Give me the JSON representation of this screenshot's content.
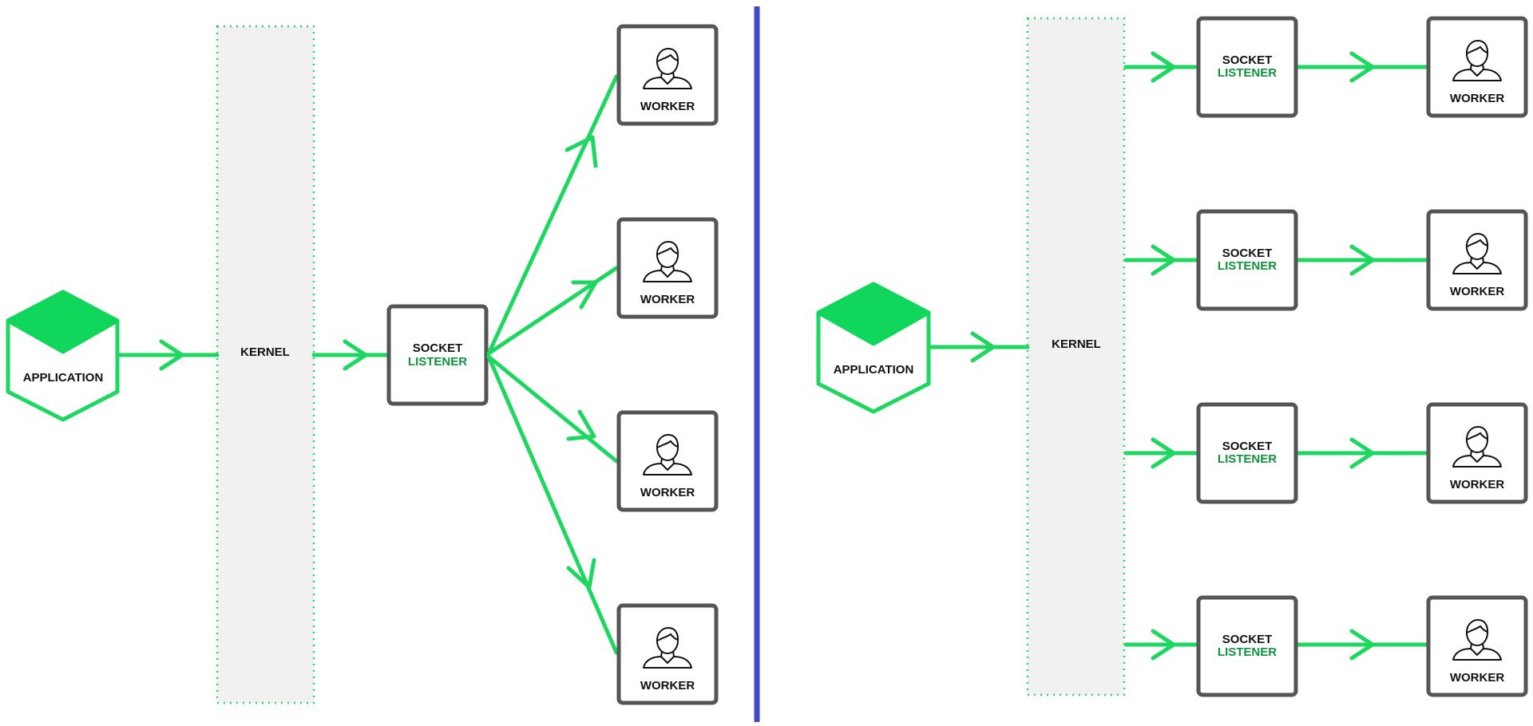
{
  "colors": {
    "accent_green": "#1ed760",
    "accent_green_fill": "#11d65c",
    "listener_text_green": "#12923e",
    "kernel_fill": "#f1f1f1",
    "kernel_border": "#2fd56a",
    "box_border": "#555555",
    "divider_blue": "#4348c7",
    "text_dark": "#111111"
  },
  "icons": {
    "application": "green-hexagon-cube-icon",
    "worker": "person-bust-icon",
    "arrow": "arrow-right-icon"
  },
  "left_panel": {
    "application_label": "APPLICATION",
    "kernel_label": "KERNEL",
    "socket_line1": "SOCKET",
    "socket_line2": "LISTENER",
    "workers": [
      {
        "label": "WORKER"
      },
      {
        "label": "WORKER"
      },
      {
        "label": "WORKER"
      },
      {
        "label": "WORKER"
      }
    ]
  },
  "right_panel": {
    "application_label": "APPLICATION",
    "kernel_label": "KERNEL",
    "rows": [
      {
        "socket_line1": "SOCKET",
        "socket_line2": "LISTENER",
        "worker_label": "WORKER"
      },
      {
        "socket_line1": "SOCKET",
        "socket_line2": "LISTENER",
        "worker_label": "WORKER"
      },
      {
        "socket_line1": "SOCKET",
        "socket_line2": "LISTENER",
        "worker_label": "WORKER"
      },
      {
        "socket_line1": "SOCKET",
        "socket_line2": "LISTENER",
        "worker_label": "WORKER"
      }
    ]
  }
}
